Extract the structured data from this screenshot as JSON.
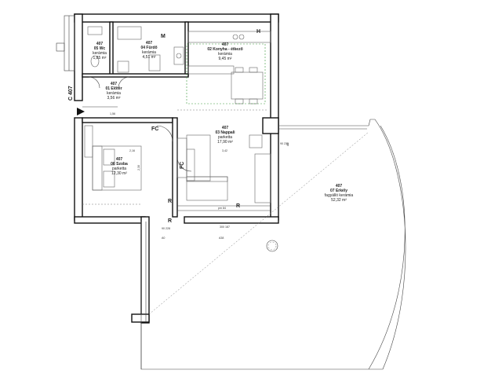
{
  "rooms": [
    {
      "id": "wc",
      "unit": "407",
      "name": "05 Wc",
      "floor": "kerámia",
      "area": "1,85 m²"
    },
    {
      "id": "bath",
      "unit": "407",
      "name": "04 Fürdő",
      "floor": "kerámia",
      "area": "4,51 m²"
    },
    {
      "id": "kitchen",
      "unit": "407",
      "name": "02 Konyha - étkező",
      "floor": "kerámia",
      "area": "9,45 m²"
    },
    {
      "id": "hall",
      "unit": "407",
      "name": "01 Előtér",
      "floor": "kerámia",
      "area": "3,56 m²"
    },
    {
      "id": "living",
      "unit": "407",
      "name": "03 Nappali",
      "floor": "parketta",
      "area": "17,90 m²"
    },
    {
      "id": "bedroom",
      "unit": "407",
      "name": "06 Szoba",
      "floor": "parketta",
      "area": "12,30 m²"
    },
    {
      "id": "balcony",
      "unit": "407",
      "name": "07 Erkély",
      "floor": "fagyálló kerámia",
      "area": "52,32 m²"
    }
  ],
  "marks": {
    "m": "M",
    "h": "H",
    "fc1": "FC",
    "fc2": "FC",
    "r1": "R",
    "r2": "R",
    "r3": "R",
    "entrance": "C 407"
  },
  "dims": {
    "d1": "1,56",
    "d2": "2,16",
    "d3": "3,42",
    "d4": "2,30",
    "d5": "pm 84",
    "d6": "A0",
    "d7": "A38",
    "d8": "A0",
    "d9": "90\n230",
    "d10": "90\n228",
    "d11": "300\n187"
  }
}
